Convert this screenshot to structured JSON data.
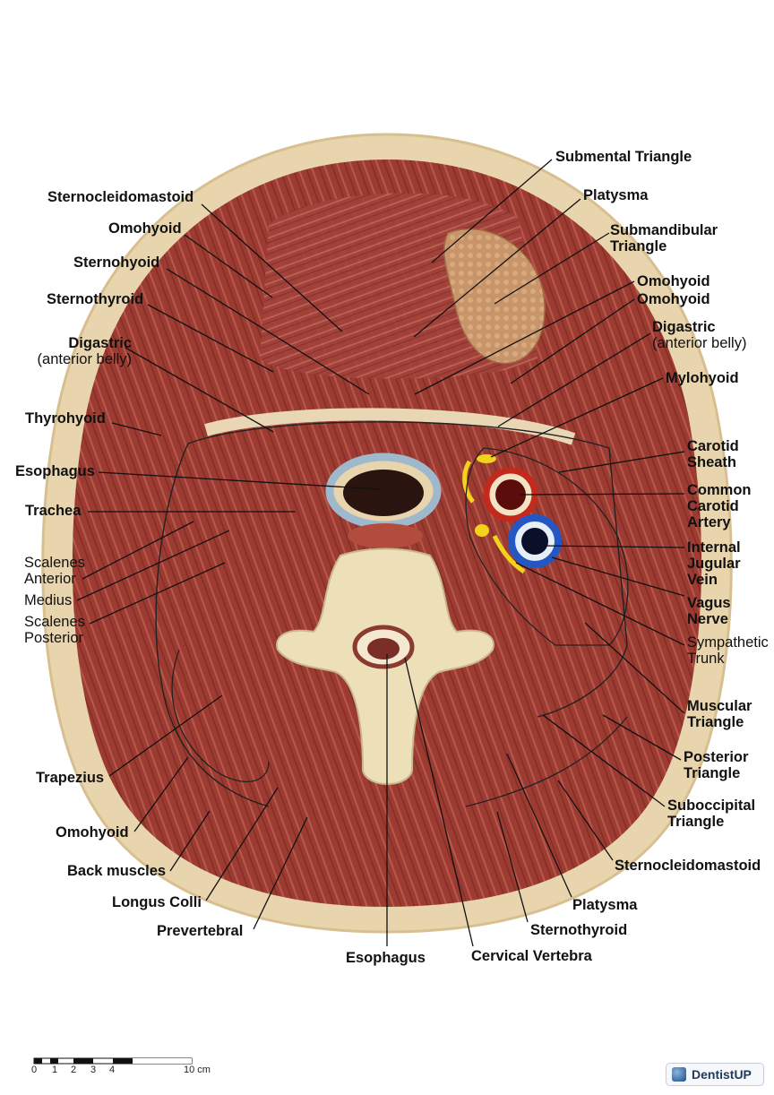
{
  "labels_left": {
    "sternocleidomastoid": "Sternocleidomastoid",
    "omohyoid": "Omohyoid",
    "sternohyoid": "Sternohyoid",
    "sternothyroid": "Sternothyroid",
    "digastric": "Digastric",
    "digastric_sub": "(anterior belly)",
    "thyrohyoid": "Thyrohyoid",
    "esophagus": "Esophagus",
    "trachea": "Trachea",
    "scalenes_anterior_1": "Scalenes",
    "scalenes_anterior_2": "Anterior",
    "medius": "Medius",
    "scalenes_posterior_1": "Scalenes",
    "scalenes_posterior_2": "Posterior",
    "trapezius": "Trapezius",
    "omohyoid_lower": "Omohyoid",
    "back_muscles": "Back muscles",
    "longus_colli": "Longus Colli",
    "prevertebral": "Prevertebral"
  },
  "labels_right": {
    "submental_triangle": "Submental Triangle",
    "platysma": "Platysma",
    "submandibular_1": "Submandibular",
    "submandibular_2": "Triangle",
    "omohyoid_a": "Omohyoid",
    "omohyoid_b": "Omohyoid",
    "digastric": "Digastric",
    "digastric_sub": "(anterior belly)",
    "mylohyoid": "Mylohyoid",
    "carotid_sheath_1": "Carotid",
    "carotid_sheath_2": "Sheath",
    "common_carotid_1": "Common",
    "common_carotid_2": "Carotid",
    "common_carotid_3": "Artery",
    "ijv_1": "Internal",
    "ijv_2": "Jugular",
    "ijv_3": "Vein",
    "vagus_1": "Vagus",
    "vagus_2": "Nerve",
    "sympathetic_1": "Sympathetic",
    "sympathetic_2": "Trunk",
    "muscular_1": "Muscular",
    "muscular_2": "Triangle",
    "posterior_1": "Posterior",
    "posterior_2": "Triangle",
    "suboccipital_1": "Suboccipital",
    "suboccipital_2": "Triangle",
    "sternocleidomastoid": "Sternocleidomastoid",
    "platysma_lower": "Platysma",
    "sternothyroid": "Sternothyroid"
  },
  "labels_bottom": {
    "esophagus": "Esophagus",
    "cervical_vertebra": "Cervical Vertebra"
  },
  "scale_bar": {
    "ticks": [
      "0",
      "1",
      "2",
      "3",
      "4",
      "10 cm"
    ]
  },
  "brand": {
    "name": "DentistUP"
  },
  "colors": {
    "muscle": "#9c3b32",
    "fat": "#e8d3a8",
    "bone": "#ede0b8",
    "artery": "#c42a1c",
    "vein": "#2457c4",
    "nerve": "#f2d21c",
    "trachea_ring": "#9fb9cc"
  }
}
